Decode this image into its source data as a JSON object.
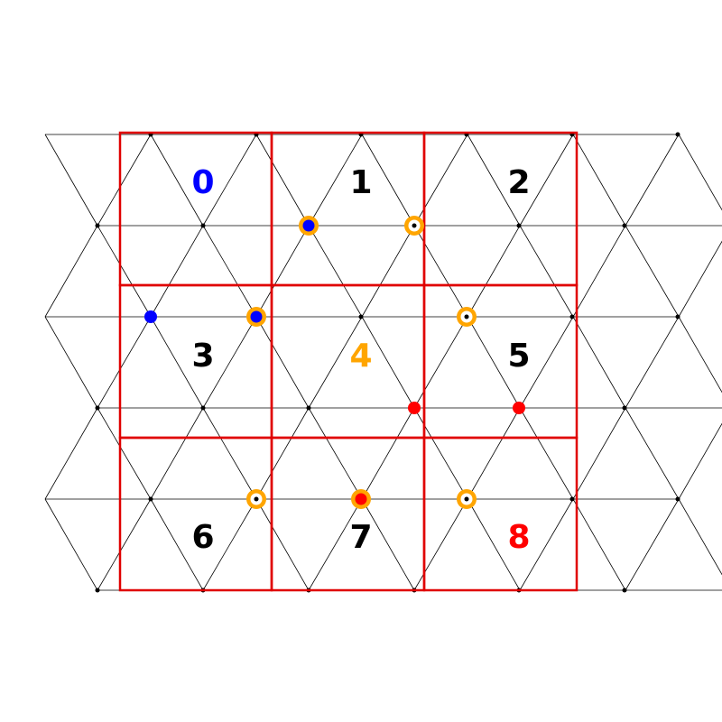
{
  "colors": {
    "background": "#ffffff",
    "edge": "#000000",
    "cell_border": "#e00000",
    "selected_blue": "#0000ff",
    "selected_red": "#ff0000",
    "highlight_ring": "#ffa500",
    "label_default": "#000000",
    "label_blue": "#0000ff",
    "label_orange": "#ffa500",
    "label_red": "#ff0000"
  },
  "cells": [
    {
      "id": "0",
      "label": "0",
      "color": "blue"
    },
    {
      "id": "1",
      "label": "1",
      "color": "default"
    },
    {
      "id": "2",
      "label": "2",
      "color": "default"
    },
    {
      "id": "3",
      "label": "3",
      "color": "default"
    },
    {
      "id": "4",
      "label": "4",
      "color": "orange"
    },
    {
      "id": "5",
      "label": "5",
      "color": "default"
    },
    {
      "id": "6",
      "label": "6",
      "color": "default"
    },
    {
      "id": "7",
      "label": "7",
      "color": "default"
    },
    {
      "id": "8",
      "label": "8",
      "color": "red"
    }
  ]
}
